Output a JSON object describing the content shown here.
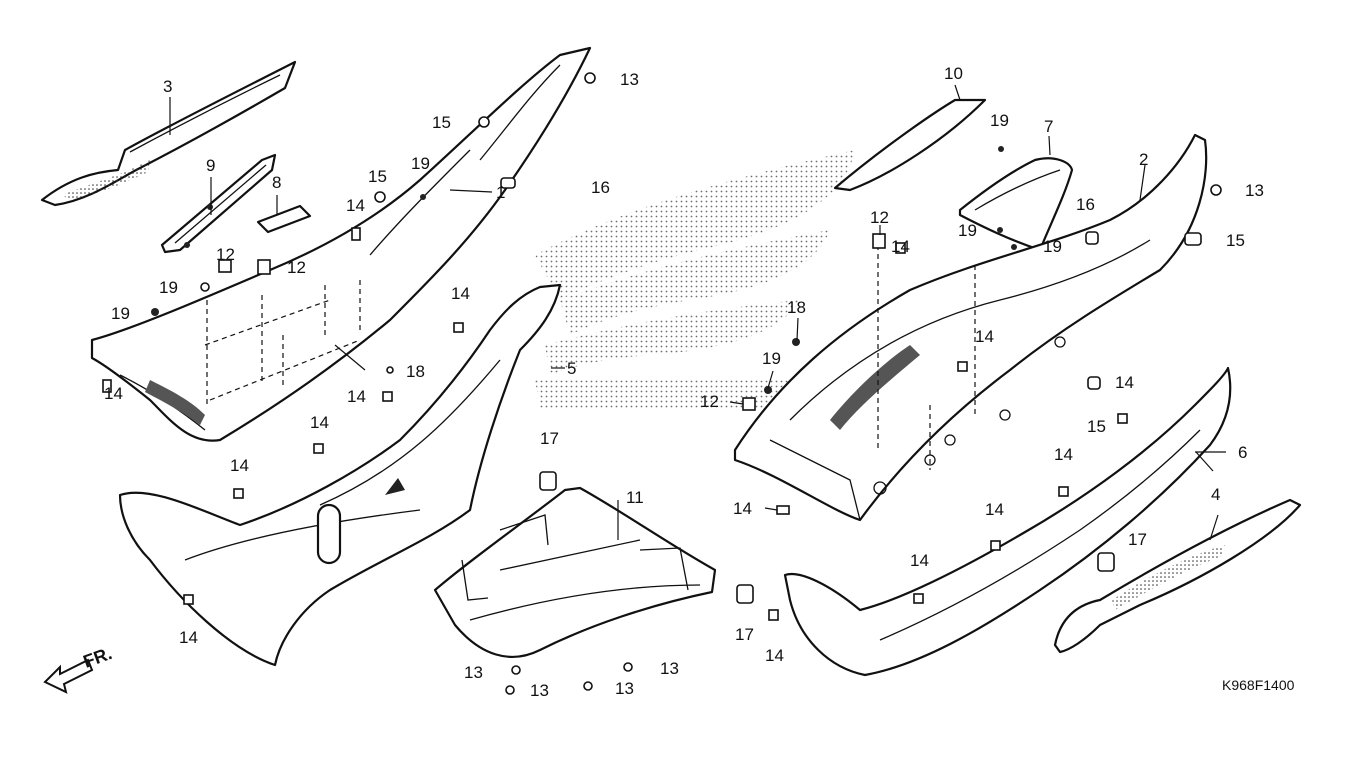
{
  "diagram": {
    "drawing_code": "K968F1400",
    "direction_label": "FR.",
    "callouts": {
      "c1": "1",
      "c2": "2",
      "c3": "3",
      "c4": "4",
      "c5": "5",
      "c6": "6",
      "c7": "7",
      "c8": "8",
      "c9": "9",
      "c10": "10",
      "c11": "11",
      "c12a": "12",
      "c12b": "12",
      "c12c": "12",
      "c12d": "12",
      "c13a": "13",
      "c13b": "13",
      "c13c": "13",
      "c13d": "13",
      "c13e": "13",
      "c14a": "14",
      "c14b": "14",
      "c14c": "14",
      "c14d": "14",
      "c14e": "14",
      "c14f": "14",
      "c14g": "14",
      "c14h": "14",
      "c14i": "14",
      "c14j": "14",
      "c14k": "14",
      "c14l": "14",
      "c14m": "14",
      "c14n": "14",
      "c14o": "14",
      "c15a": "15",
      "c15b": "15",
      "c15c": "15",
      "c15d": "15",
      "c16a": "16",
      "c16b": "16",
      "c17a": "17",
      "c17b": "17",
      "c17c": "17",
      "c18a": "18",
      "c18b": "18",
      "c19a": "19",
      "c19b": "19",
      "c19c": "19",
      "c19d": "19",
      "c19e": "19",
      "c19f": "19"
    }
  }
}
